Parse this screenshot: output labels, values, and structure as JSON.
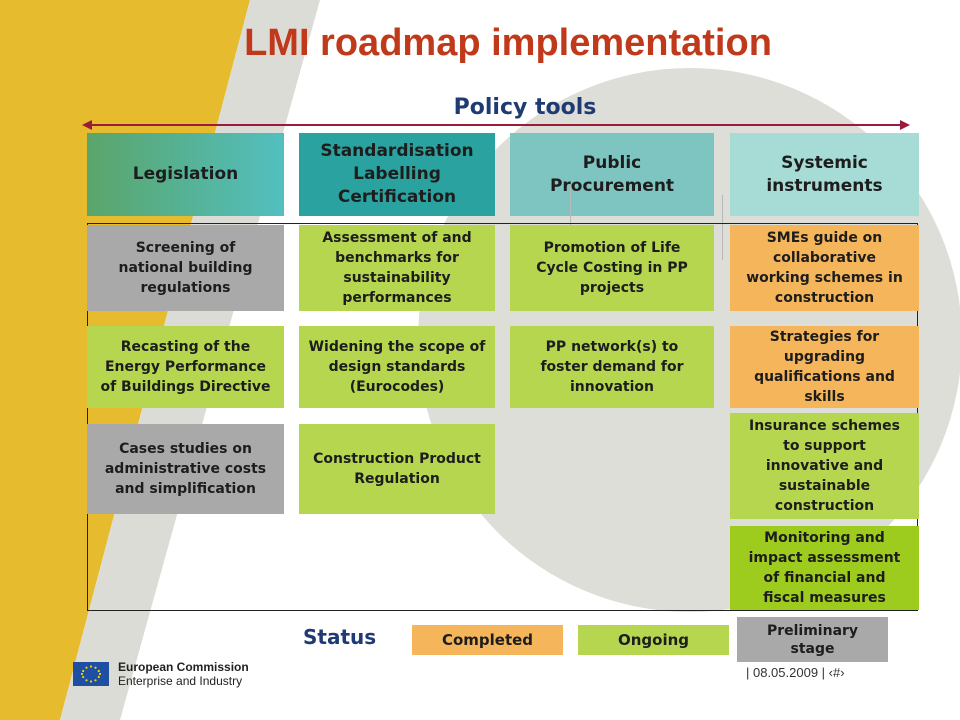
{
  "slide": {
    "title": "LMI roadmap implementation",
    "policy_tools": "Policy tools"
  },
  "headers": [
    "Legislation",
    "Standardisation Labelling Certification",
    "Public Procurement",
    "Systemic instruments"
  ],
  "columns": {
    "legislation": [
      "Screening of national building regulations",
      "Recasting of the Energy Performance of Buildings Directive",
      "Cases studies on administrative costs and simplification"
    ],
    "standardisation": [
      "Assessment of and benchmarks for sustainability performances",
      "Widening the scope of design standards (Eurocodes)",
      "Construction Product Regulation"
    ],
    "procurement": [
      "Promotion of Life Cycle Costing in PP projects",
      "PP network(s) to foster demand for innovation"
    ],
    "systemic": [
      "SMEs guide on collaborative working schemes in construction",
      "Strategies for upgrading qualifications and skills",
      "Insurance schemes to support innovative and sustainable construction",
      "Monitoring and impact assessment of financial and fiscal measures"
    ]
  },
  "status": {
    "label": "Status",
    "completed": "Completed",
    "ongoing": "Ongoing",
    "preliminary": "Preliminary stage"
  },
  "footer": {
    "org": "European Commission",
    "dept": "Enterprise and Industry",
    "date": "| 08.05.2009 | ‹#›"
  },
  "colors": {
    "title": "#c0391b",
    "navy": "#1f3b73",
    "completed": "#f5b55a",
    "ongoing": "#b5d64e",
    "preliminary": "#a9a9a9",
    "gold": "#e7bb2e"
  }
}
